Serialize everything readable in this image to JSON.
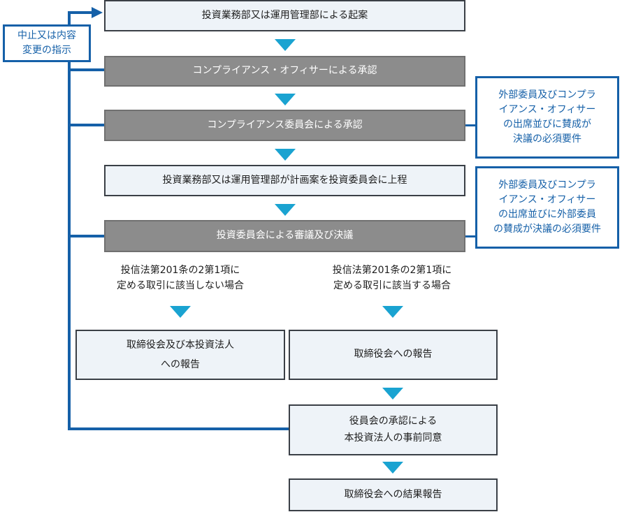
{
  "flow": {
    "step1": "投資業務部又は運用管理部による起案",
    "step2": "コンプライアンス・オフィサーによる承認",
    "step3": "コンプライアンス委員会による承認",
    "step4": "投資業務部又は運用管理部が計画案を投資委員会に上程",
    "step5": "投資委員会による審議及び決議",
    "branch_left": "投信法第201条の2第1項に\n定める取引に該当しない場合",
    "branch_right": "投信法第201条の2第1項に\n定める取引に該当する場合",
    "left_result": "取締役会及び本投資法人\nへの報告",
    "right_step1": "取締役会への報告",
    "right_step2": "役員会の承認による\n本投資法人の事前同意",
    "right_step3": "取締役会への結果報告"
  },
  "notes": {
    "stop_instruction": "中止又は内容\n変更の指示",
    "requirement_compliance": "外部委員及びコンプラ\nイアンス・オフィサー\nの出席並びに賛成が\n決議の必須要件",
    "requirement_investment": "外部委員及びコンプラ\nイアンス・オフィサー\nの出席並びに外部委員\nの賛成が決議の必須要件"
  },
  "colors": {
    "box_fill": "#eef3f8",
    "gray_fill": "#8c8c8c",
    "accent_blue": "#1560a8",
    "arrow_cyan": "#1aa3d1"
  }
}
